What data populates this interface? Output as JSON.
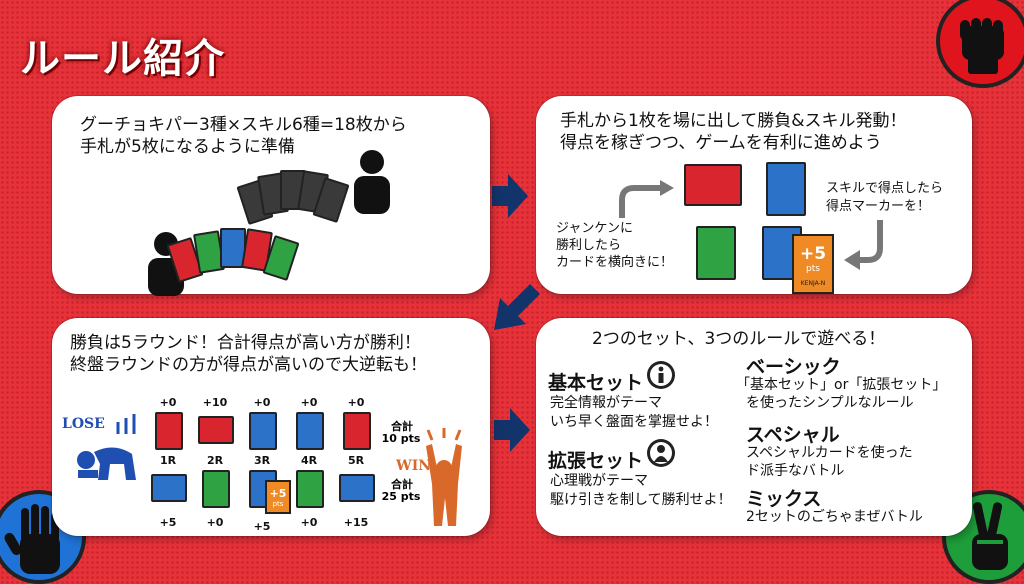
{
  "title": "ルール紹介",
  "panel1": {
    "line1": "グーチョキパー3種×スキル6種=18枚から",
    "line2": "手札が5枚になるように準備"
  },
  "panel2": {
    "line1": "手札から1枚を場に出して勝負&スキル発動！",
    "line2": "得点を稼ぎつつ、ゲームを有利に進めよう",
    "janken": [
      "ジャンケンに",
      "勝利したら",
      "カードを横向きに！"
    ],
    "skill": [
      "スキルで得点したら",
      "得点マーカーを！"
    ],
    "marker_value": "+5",
    "marker_unit": "pts",
    "marker_brand": "KENJA-N"
  },
  "panel3": {
    "line1": "勝負は5ラウンド！合計得点が高い方が勝利！",
    "line2": "終盤ラウンドの方が得点が高いので大逆転も！",
    "lose": "LOSE",
    "win": "WIN",
    "top_points": [
      "+0",
      "+10",
      "+0",
      "+0",
      "+0"
    ],
    "rounds": [
      "1R",
      "2R",
      "3R",
      "4R",
      "5R"
    ],
    "bottom_points": [
      "+5",
      "+0",
      "+5",
      "+0",
      "+15"
    ],
    "top_total_label": "合計",
    "top_total": "10 pts",
    "bottom_total_label": "合計",
    "bottom_total": "25 pts",
    "marker_value": "+5",
    "marker_unit": "pts"
  },
  "panel4": {
    "heading": "2つのセット、3つのルールで遊べる！",
    "basic_set": "基本セット",
    "basic_desc": [
      "完全情報がテーマ",
      "いち早く盤面を掌握せよ！"
    ],
    "ext_set": "拡張セット",
    "ext_desc": [
      "心理戦がテーマ",
      "駆け引きを制して勝利せよ！"
    ],
    "rule1": "ベーシック",
    "rule1_desc": [
      "「基本セット」or「拡張セット」",
      "を使ったシンプルなルール"
    ],
    "rule2": "スペシャル",
    "rule2_desc": [
      "スペシャルカードを使った",
      "ド派手なバトル"
    ],
    "rule3": "ミックス",
    "rule3_desc": [
      "2セットのごちゃまぜバトル"
    ]
  },
  "colors": {
    "background": "#e8323a",
    "card_red": "#d9262e",
    "card_blue": "#2c72c8",
    "card_green": "#2fa244",
    "arrow": "#13336b",
    "lose_figure": "#1f4fb0",
    "win_figure": "#d9692a",
    "marker": "#f08a24"
  },
  "icons": [
    "rock-hand-icon",
    "paper-hand-icon",
    "scissors-hand-icon",
    "person-icon",
    "info-icon",
    "bust-icon"
  ]
}
